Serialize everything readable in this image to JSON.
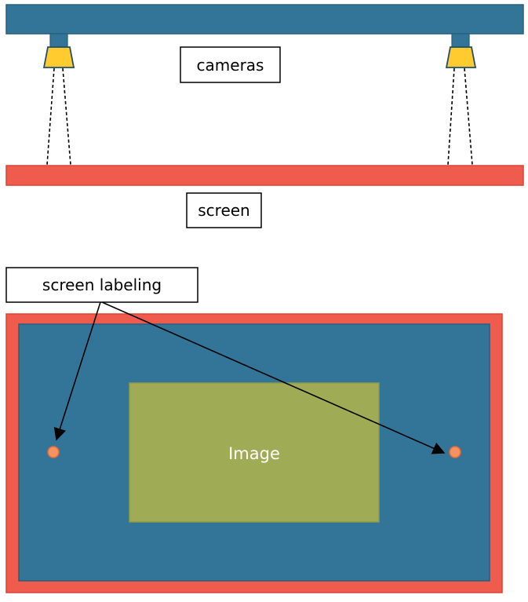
{
  "labels": {
    "cameras": "cameras",
    "screen": "screen",
    "screen_labeling": "screen labeling",
    "image": "Image"
  },
  "colors": {
    "camera_bar": "#337599",
    "camera_lens": "#FFCB2E",
    "screen_red": "#EF5C4E",
    "screen_blue": "#337599",
    "image_green": "#A0AC55",
    "marker_orange": "#F5925F",
    "outline": "#000000"
  },
  "icons": {
    "camera": "camera-icon",
    "marker": "screen-marker-dot"
  }
}
